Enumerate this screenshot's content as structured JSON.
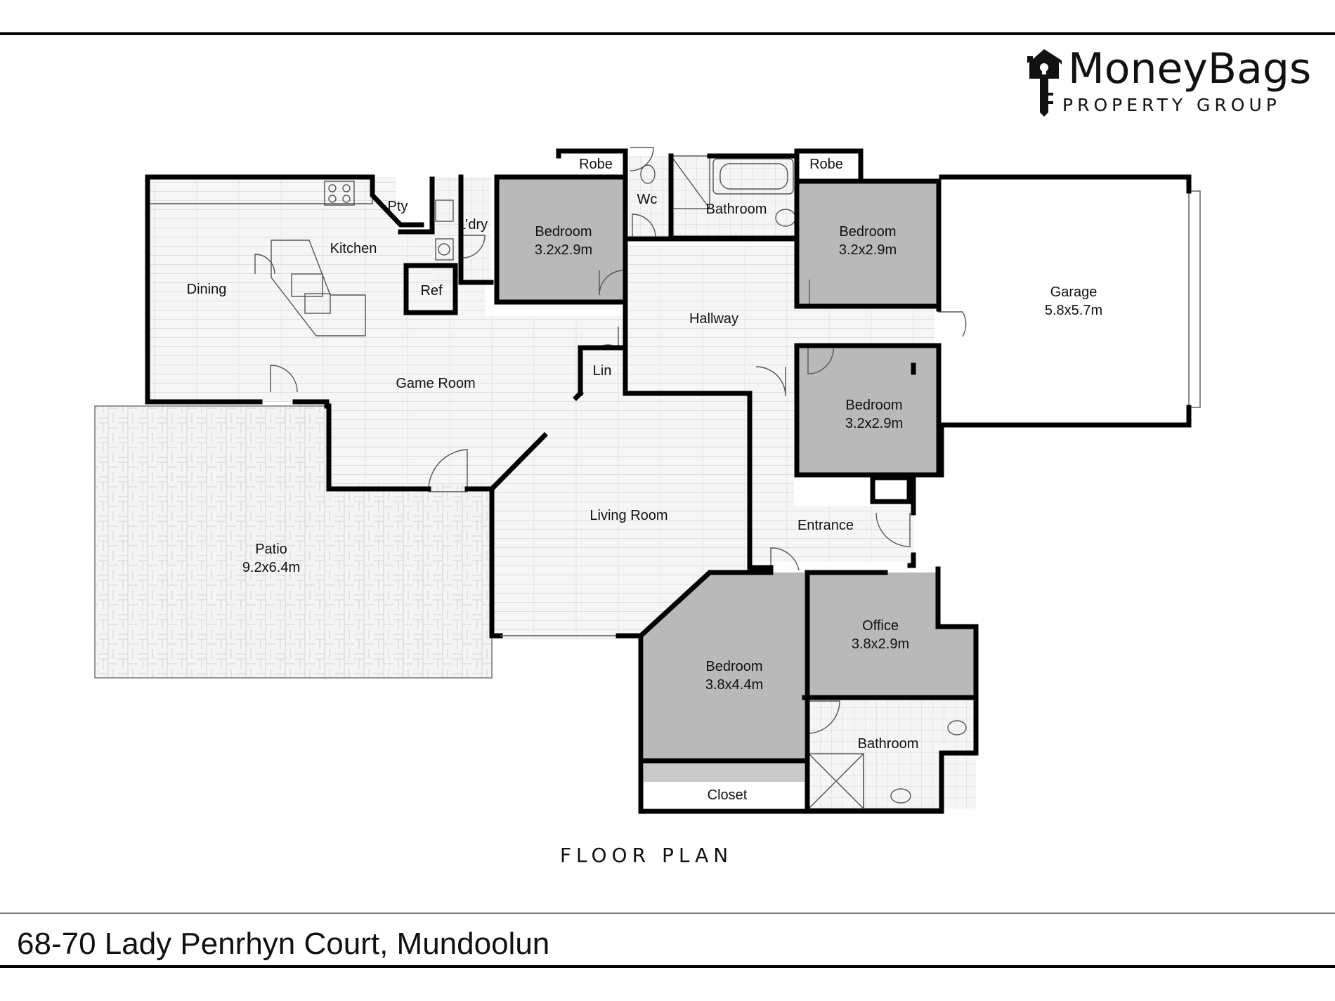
{
  "brand": {
    "name": "MoneyBags",
    "tagline": "PROPERTY GROUP",
    "icon": "house-key-icon"
  },
  "caption": "FLOOR PLAN",
  "address": "68-70 Lady Penrhyn Court, Mundoolun",
  "colors": {
    "room_shaded": "#b9b9b9",
    "floor_plank": "#f3f3f3",
    "wall": "#000000"
  },
  "rooms": {
    "robe_1": "Robe",
    "robe_2": "Robe",
    "wc": "Wc",
    "bathroom_1": "Bathroom",
    "pty": "Pty",
    "ldry": "L’dry",
    "kitchen": "Kitchen",
    "ref": "Ref",
    "dining": "Dining",
    "bedroom_1": {
      "name": "Bedroom",
      "size": "3.2x2.9m"
    },
    "bedroom_2": {
      "name": "Bedroom",
      "size": "3.2x2.9m"
    },
    "bedroom_3": {
      "name": "Bedroom",
      "size": "3.2x2.9m"
    },
    "bedroom_4": {
      "name": "Bedroom",
      "size": "3.8x4.4m"
    },
    "garage": {
      "name": "Garage",
      "size": "5.8x5.7m"
    },
    "hallway": "Hallway",
    "lin": "Lin",
    "game_room": "Game Room",
    "living_room": "Living Room",
    "entrance": "Entrance",
    "patio": {
      "name": "Patio",
      "size": "9.2x6.4m"
    },
    "office": {
      "name": "Office",
      "size": "3.8x2.9m"
    },
    "bathroom_2": "Bathroom",
    "closet": "Closet"
  }
}
